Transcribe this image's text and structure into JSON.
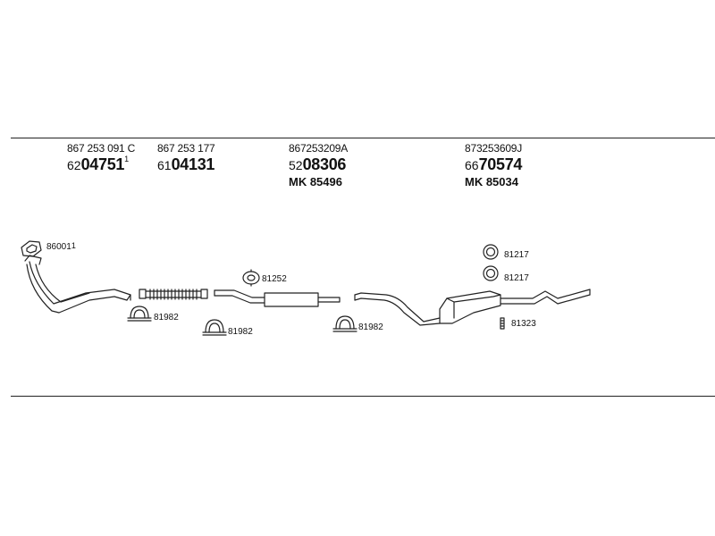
{
  "sections": [
    {
      "oem": "867 253 091 C",
      "pn_prefix": "62",
      "pn_main": "04751",
      "pn_sup": "1",
      "mk": ""
    },
    {
      "oem": "867 253 177",
      "pn_prefix": "61",
      "pn_main": "04131",
      "pn_sup": "",
      "mk": ""
    },
    {
      "oem": "867253209A",
      "pn_prefix": "52",
      "pn_main": "08306",
      "pn_sup": "",
      "mk": "MK 85496"
    },
    {
      "oem": "873253609J",
      "pn_prefix": "66",
      "pn_main": "70574",
      "pn_sup": "",
      "mk": "MK 85034"
    }
  ],
  "parts": {
    "gasket": {
      "code": "86001",
      "sup": "1"
    },
    "clamp_1": {
      "code": "81982"
    },
    "clamp_2": {
      "code": "81982"
    },
    "hanger_mid": {
      "code": "81252"
    },
    "clamp_3": {
      "code": "81982"
    },
    "ring_1": {
      "code": "81217"
    },
    "ring_2": {
      "code": "81217"
    },
    "bracket": {
      "code": "81323"
    }
  }
}
